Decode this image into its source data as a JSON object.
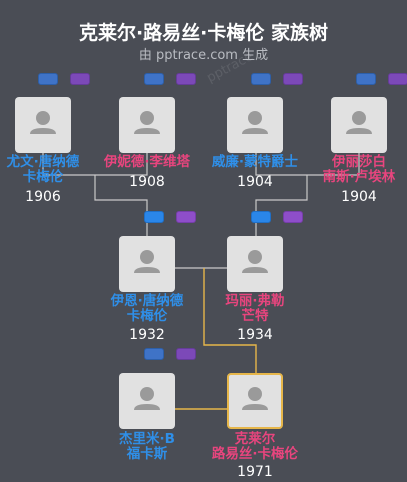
{
  "title": "克莱尔·路易丝·卡梅伦 家族树",
  "subtitle": "由 pptrace.com 生成",
  "watermark": "pptrace",
  "colors": {
    "male": "#2f8fe8",
    "female": "#e8457e",
    "line": "#c9c9c9",
    "highlight_line": "#e6b64a",
    "background": "#4a4d55"
  },
  "people": [
    {
      "id": "p1",
      "name_lines": [
        "尤文·唐纳德",
        "卡梅伦"
      ],
      "year": "1906",
      "gender": "male"
    },
    {
      "id": "p2",
      "name_lines": [
        "伊妮德·李维塔"
      ],
      "year": "1908",
      "gender": "female"
    },
    {
      "id": "p3",
      "name_lines": [
        "威廉·蒙特爵士"
      ],
      "year": "1904",
      "gender": "male"
    },
    {
      "id": "p4",
      "name_lines": [
        "伊丽莎白",
        "南斯·卢埃林"
      ],
      "year": "1904",
      "gender": "female"
    },
    {
      "id": "p5",
      "name_lines": [
        "伊恩·唐纳德",
        "卡梅伦"
      ],
      "year": "1932",
      "gender": "male"
    },
    {
      "id": "p6",
      "name_lines": [
        "玛丽·弗勒",
        "芒特"
      ],
      "year": "1934",
      "gender": "female"
    },
    {
      "id": "p7",
      "name_lines": [
        "杰里米·B",
        "福卡斯"
      ],
      "year": "",
      "gender": "male"
    },
    {
      "id": "p8",
      "name_lines": [
        "克莱尔",
        "路易丝·卡梅伦"
      ],
      "year": "1971",
      "gender": "female",
      "highlight": true
    }
  ]
}
